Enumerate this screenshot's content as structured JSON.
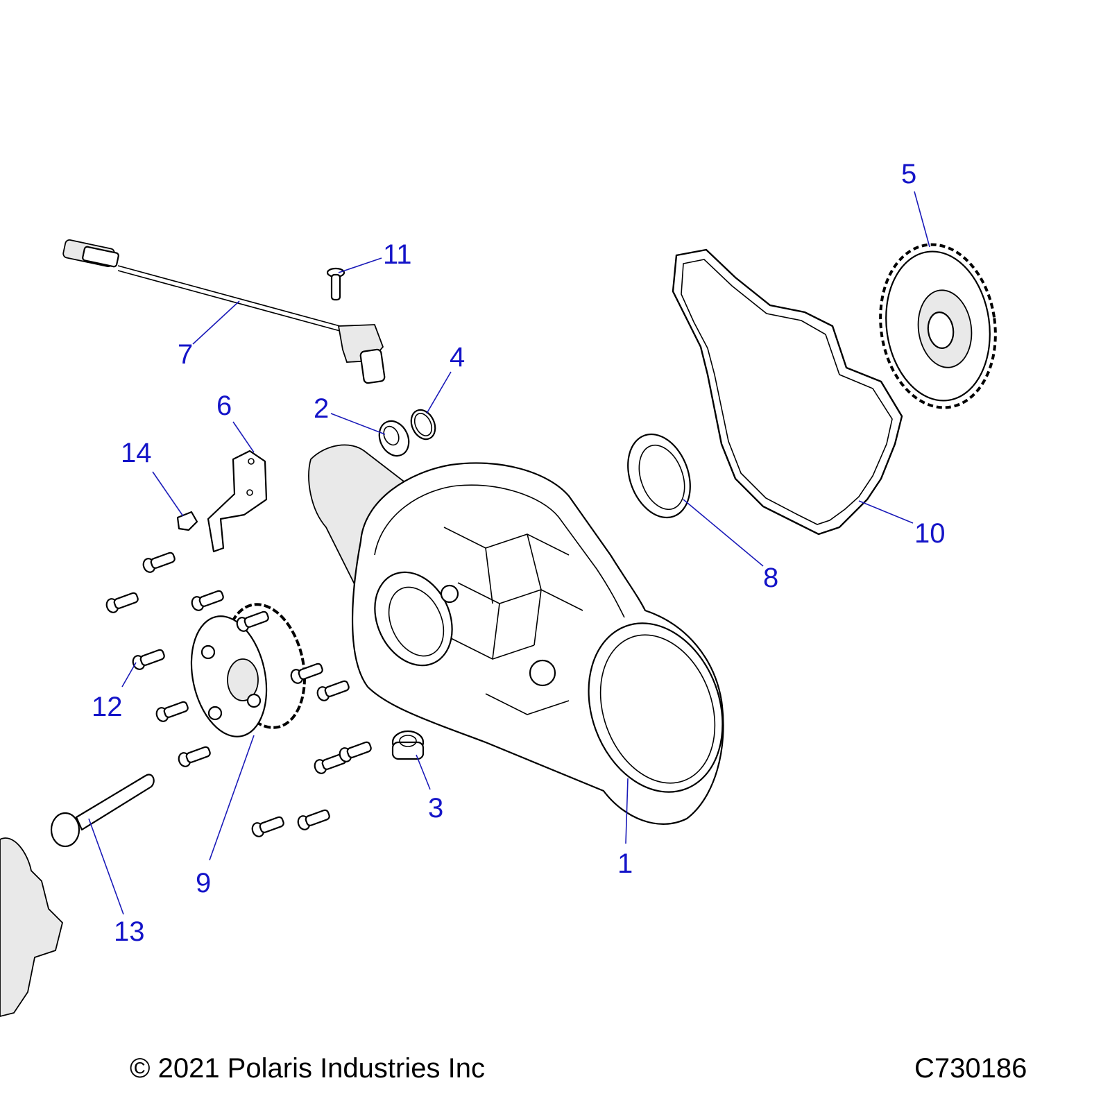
{
  "callouts": [
    {
      "id": "1",
      "label": "1"
    },
    {
      "id": "2",
      "label": "2"
    },
    {
      "id": "3",
      "label": "3"
    },
    {
      "id": "4",
      "label": "4"
    },
    {
      "id": "5",
      "label": "5"
    },
    {
      "id": "6",
      "label": "6"
    },
    {
      "id": "7",
      "label": "7"
    },
    {
      "id": "8",
      "label": "8"
    },
    {
      "id": "9",
      "label": "9"
    },
    {
      "id": "10",
      "label": "10"
    },
    {
      "id": "11",
      "label": "11"
    },
    {
      "id": "12",
      "label": "12"
    },
    {
      "id": "13",
      "label": "13"
    },
    {
      "id": "14",
      "label": "14"
    }
  ],
  "footer": {
    "copyright": "© 2021 Polaris Industries Inc",
    "diagram_code": "C730186"
  },
  "colors": {
    "callout": "#1414c8",
    "leader": "#1a1ab8",
    "line_art": "#000000",
    "background": "#ffffff"
  }
}
